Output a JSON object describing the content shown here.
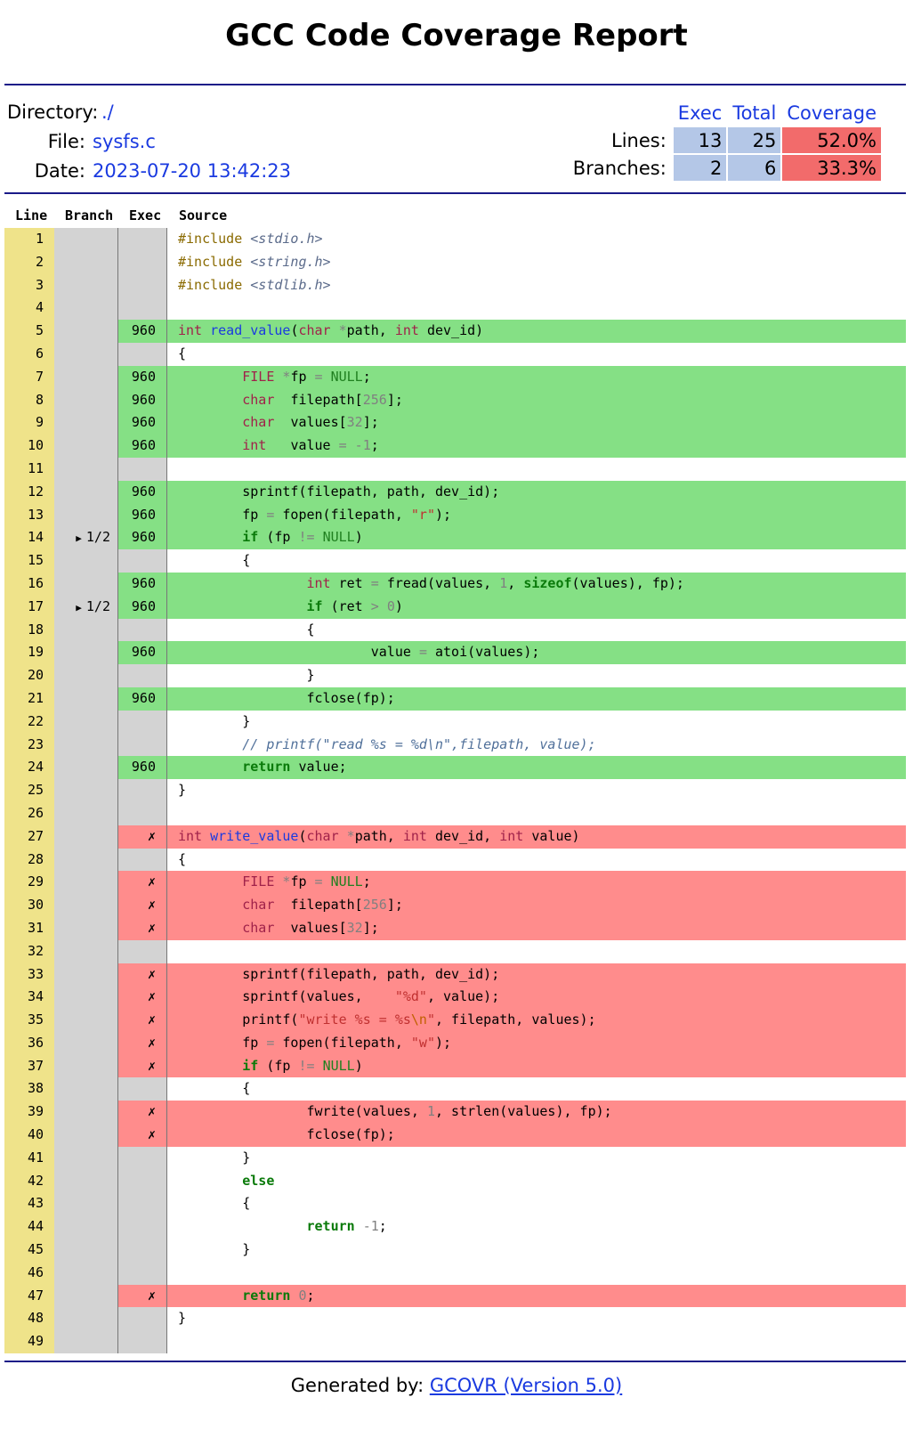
{
  "title": "GCC Code Coverage Report",
  "meta": {
    "directory_label": "Directory:",
    "directory": "./",
    "file_label": "File:",
    "file": "sysfs.c",
    "date_label": "Date:",
    "date": "2023-07-20 13:42:23"
  },
  "summary": {
    "headers": [
      "Exec",
      "Total",
      "Coverage"
    ],
    "lines_label": "Lines:",
    "lines_exec": "13",
    "lines_total": "25",
    "lines_coverage": "52.0%",
    "branches_label": "Branches:",
    "branches_exec": "2",
    "branches_total": "6",
    "branches_coverage": "33.3%"
  },
  "columns": [
    "Line",
    "Branch",
    "Exec",
    "Source"
  ],
  "colors": {
    "covered": "#85e085",
    "uncovered": "#ff8c8c",
    "line_col": "#efe38a",
    "gray_col": "#d3d3d3",
    "summary_num": "#b4c7e7",
    "summary_low": "#f26b6b",
    "rule": "#1a1a88",
    "link": "#1a3ae0"
  },
  "lines": [
    {
      "n": "1",
      "status": "none",
      "exec": "",
      "branch": "",
      "src": [
        [
          "k-pre",
          "#include "
        ],
        [
          "k-inc",
          "<stdio.h>"
        ]
      ]
    },
    {
      "n": "2",
      "status": "none",
      "exec": "",
      "branch": "",
      "src": [
        [
          "k-pre",
          "#include "
        ],
        [
          "k-inc",
          "<string.h>"
        ]
      ]
    },
    {
      "n": "3",
      "status": "none",
      "exec": "",
      "branch": "",
      "src": [
        [
          "k-pre",
          "#include "
        ],
        [
          "k-inc",
          "<stdlib.h>"
        ]
      ]
    },
    {
      "n": "4",
      "status": "none",
      "exec": "",
      "branch": "",
      "src": []
    },
    {
      "n": "5",
      "status": "covered",
      "exec": "960",
      "branch": "",
      "src": [
        [
          "k-type",
          "int "
        ],
        [
          "k-fn",
          "read_value"
        ],
        [
          "",
          "("
        ],
        [
          "k-type",
          "char "
        ],
        [
          "k-op",
          "*"
        ],
        [
          "",
          "path, "
        ],
        [
          "k-type",
          "int "
        ],
        [
          "",
          "dev_id)"
        ]
      ]
    },
    {
      "n": "6",
      "status": "none",
      "exec": "",
      "branch": "",
      "src": [
        [
          "",
          "{"
        ]
      ]
    },
    {
      "n": "7",
      "status": "covered",
      "exec": "960",
      "branch": "",
      "src": [
        [
          "",
          "        "
        ],
        [
          "k-type",
          "FILE "
        ],
        [
          "k-op",
          "*"
        ],
        [
          "",
          "fp "
        ],
        [
          "k-op",
          "= "
        ],
        [
          "k-const",
          "NULL"
        ],
        [
          "",
          ";"
        ]
      ]
    },
    {
      "n": "8",
      "status": "covered",
      "exec": "960",
      "branch": "",
      "src": [
        [
          "",
          "        "
        ],
        [
          "k-type",
          "char  "
        ],
        [
          "",
          "filepath["
        ],
        [
          "k-num",
          "256"
        ],
        [
          "",
          "];"
        ]
      ]
    },
    {
      "n": "9",
      "status": "covered",
      "exec": "960",
      "branch": "",
      "src": [
        [
          "",
          "        "
        ],
        [
          "k-type",
          "char  "
        ],
        [
          "",
          "values["
        ],
        [
          "k-num",
          "32"
        ],
        [
          "",
          "];"
        ]
      ]
    },
    {
      "n": "10",
      "status": "covered",
      "exec": "960",
      "branch": "",
      "src": [
        [
          "",
          "        "
        ],
        [
          "k-type",
          "int   "
        ],
        [
          "",
          "value "
        ],
        [
          "k-op",
          "= -"
        ],
        [
          "k-num",
          "1"
        ],
        [
          "",
          ";"
        ]
      ]
    },
    {
      "n": "11",
      "status": "none",
      "exec": "",
      "branch": "",
      "src": []
    },
    {
      "n": "12",
      "status": "covered",
      "exec": "960",
      "branch": "",
      "src": [
        [
          "",
          "        sprintf(filepath, path, dev_id);"
        ]
      ]
    },
    {
      "n": "13",
      "status": "covered",
      "exec": "960",
      "branch": "",
      "src": [
        [
          "",
          "        fp "
        ],
        [
          "k-op",
          "= "
        ],
        [
          "",
          "fopen(filepath, "
        ],
        [
          "k-str",
          "\"r\""
        ],
        [
          "",
          ");"
        ]
      ]
    },
    {
      "n": "14",
      "status": "covered",
      "exec": "960",
      "branch": "1/2",
      "src": [
        [
          "",
          "        "
        ],
        [
          "k-kw",
          "if "
        ],
        [
          "",
          "(fp "
        ],
        [
          "k-op",
          "!= "
        ],
        [
          "k-const",
          "NULL"
        ],
        [
          "",
          ")"
        ]
      ]
    },
    {
      "n": "15",
      "status": "none",
      "exec": "",
      "branch": "",
      "src": [
        [
          "",
          "        {"
        ]
      ]
    },
    {
      "n": "16",
      "status": "covered",
      "exec": "960",
      "branch": "",
      "src": [
        [
          "",
          "                "
        ],
        [
          "k-type",
          "int "
        ],
        [
          "",
          "ret "
        ],
        [
          "k-op",
          "= "
        ],
        [
          "",
          "fread(values, "
        ],
        [
          "k-num",
          "1"
        ],
        [
          "",
          ", "
        ],
        [
          "k-kw",
          "sizeof"
        ],
        [
          "",
          "(values), fp);"
        ]
      ]
    },
    {
      "n": "17",
      "status": "covered",
      "exec": "960",
      "branch": "1/2",
      "src": [
        [
          "",
          "                "
        ],
        [
          "k-kw",
          "if "
        ],
        [
          "",
          "(ret "
        ],
        [
          "k-op",
          "> "
        ],
        [
          "k-num",
          "0"
        ],
        [
          "",
          ")"
        ]
      ]
    },
    {
      "n": "18",
      "status": "none",
      "exec": "",
      "branch": "",
      "src": [
        [
          "",
          "                {"
        ]
      ]
    },
    {
      "n": "19",
      "status": "covered",
      "exec": "960",
      "branch": "",
      "src": [
        [
          "",
          "                        value "
        ],
        [
          "k-op",
          "= "
        ],
        [
          "",
          "atoi(values);"
        ]
      ]
    },
    {
      "n": "20",
      "status": "none",
      "exec": "",
      "branch": "",
      "src": [
        [
          "",
          "                }"
        ]
      ]
    },
    {
      "n": "21",
      "status": "covered",
      "exec": "960",
      "branch": "",
      "src": [
        [
          "",
          "                fclose(fp);"
        ]
      ]
    },
    {
      "n": "22",
      "status": "none",
      "exec": "",
      "branch": "",
      "src": [
        [
          "",
          "        }"
        ]
      ]
    },
    {
      "n": "23",
      "status": "none",
      "exec": "",
      "branch": "",
      "src": [
        [
          "",
          "        "
        ],
        [
          "k-cmt",
          "// printf(\"read %s = %d\\n\",filepath, value);"
        ]
      ]
    },
    {
      "n": "24",
      "status": "covered",
      "exec": "960",
      "branch": "",
      "src": [
        [
          "",
          "        "
        ],
        [
          "k-kw",
          "return "
        ],
        [
          "",
          "value;"
        ]
      ]
    },
    {
      "n": "25",
      "status": "none",
      "exec": "",
      "branch": "",
      "src": [
        [
          "",
          "}"
        ]
      ]
    },
    {
      "n": "26",
      "status": "none",
      "exec": "",
      "branch": "",
      "src": []
    },
    {
      "n": "27",
      "status": "uncovered",
      "exec": "✗",
      "branch": "",
      "src": [
        [
          "k-type",
          "int "
        ],
        [
          "k-fn",
          "write_value"
        ],
        [
          "",
          "("
        ],
        [
          "k-type",
          "char "
        ],
        [
          "k-op",
          "*"
        ],
        [
          "",
          "path, "
        ],
        [
          "k-type",
          "int "
        ],
        [
          "",
          "dev_id, "
        ],
        [
          "k-type",
          "int "
        ],
        [
          "",
          "value)"
        ]
      ]
    },
    {
      "n": "28",
      "status": "none",
      "exec": "",
      "branch": "",
      "src": [
        [
          "",
          "{"
        ]
      ]
    },
    {
      "n": "29",
      "status": "uncovered",
      "exec": "✗",
      "branch": "",
      "src": [
        [
          "",
          "        "
        ],
        [
          "k-type",
          "FILE "
        ],
        [
          "k-op",
          "*"
        ],
        [
          "",
          "fp "
        ],
        [
          "k-op",
          "= "
        ],
        [
          "k-const",
          "NULL"
        ],
        [
          "",
          ";"
        ]
      ]
    },
    {
      "n": "30",
      "status": "uncovered",
      "exec": "✗",
      "branch": "",
      "src": [
        [
          "",
          "        "
        ],
        [
          "k-type",
          "char  "
        ],
        [
          "",
          "filepath["
        ],
        [
          "k-num",
          "256"
        ],
        [
          "",
          "];"
        ]
      ]
    },
    {
      "n": "31",
      "status": "uncovered",
      "exec": "✗",
      "branch": "",
      "src": [
        [
          "",
          "        "
        ],
        [
          "k-type",
          "char  "
        ],
        [
          "",
          "values["
        ],
        [
          "k-num",
          "32"
        ],
        [
          "",
          "];"
        ]
      ]
    },
    {
      "n": "32",
      "status": "none",
      "exec": "",
      "branch": "",
      "src": []
    },
    {
      "n": "33",
      "status": "uncovered",
      "exec": "✗",
      "branch": "",
      "src": [
        [
          "",
          "        sprintf(filepath, path, dev_id);"
        ]
      ]
    },
    {
      "n": "34",
      "status": "uncovered",
      "exec": "✗",
      "branch": "",
      "src": [
        [
          "",
          "        sprintf(values,    "
        ],
        [
          "k-str",
          "\"%d\""
        ],
        [
          "",
          ", value);"
        ]
      ]
    },
    {
      "n": "35",
      "status": "uncovered",
      "exec": "✗",
      "branch": "",
      "src": [
        [
          "",
          "        printf("
        ],
        [
          "k-str",
          "\"write %s = %s"
        ],
        [
          "k-esc",
          "\\n"
        ],
        [
          "k-str",
          "\""
        ],
        [
          "",
          ", filepath, values);"
        ]
      ]
    },
    {
      "n": "36",
      "status": "uncovered",
      "exec": "✗",
      "branch": "",
      "src": [
        [
          "",
          "        fp "
        ],
        [
          "k-op",
          "= "
        ],
        [
          "",
          "fopen(filepath, "
        ],
        [
          "k-str",
          "\"w\""
        ],
        [
          "",
          ");"
        ]
      ]
    },
    {
      "n": "37",
      "status": "uncovered",
      "exec": "✗",
      "branch": "",
      "src": [
        [
          "",
          "        "
        ],
        [
          "k-kw",
          "if "
        ],
        [
          "",
          "(fp "
        ],
        [
          "k-op",
          "!= "
        ],
        [
          "k-const",
          "NULL"
        ],
        [
          "",
          ")"
        ]
      ]
    },
    {
      "n": "38",
      "status": "none",
      "exec": "",
      "branch": "",
      "src": [
        [
          "",
          "        {"
        ]
      ]
    },
    {
      "n": "39",
      "status": "uncovered",
      "exec": "✗",
      "branch": "",
      "src": [
        [
          "",
          "                fwrite(values, "
        ],
        [
          "k-num",
          "1"
        ],
        [
          "",
          ", strlen(values), fp);"
        ]
      ]
    },
    {
      "n": "40",
      "status": "uncovered",
      "exec": "✗",
      "branch": "",
      "src": [
        [
          "",
          "                fclose(fp);"
        ]
      ]
    },
    {
      "n": "41",
      "status": "none",
      "exec": "",
      "branch": "",
      "src": [
        [
          "",
          "        }"
        ]
      ]
    },
    {
      "n": "42",
      "status": "none",
      "exec": "",
      "branch": "",
      "src": [
        [
          "",
          "        "
        ],
        [
          "k-kw",
          "else"
        ]
      ]
    },
    {
      "n": "43",
      "status": "none",
      "exec": "",
      "branch": "",
      "src": [
        [
          "",
          "        {"
        ]
      ]
    },
    {
      "n": "44",
      "status": "none",
      "exec": "",
      "branch": "",
      "src": [
        [
          "",
          "                "
        ],
        [
          "k-kw",
          "return "
        ],
        [
          "k-op",
          "-"
        ],
        [
          "k-num",
          "1"
        ],
        [
          "",
          ";"
        ]
      ]
    },
    {
      "n": "45",
      "status": "none",
      "exec": "",
      "branch": "",
      "src": [
        [
          "",
          "        }"
        ]
      ]
    },
    {
      "n": "46",
      "status": "none",
      "exec": "",
      "branch": "",
      "src": []
    },
    {
      "n": "47",
      "status": "uncovered",
      "exec": "✗",
      "branch": "",
      "src": [
        [
          "",
          "        "
        ],
        [
          "k-kw",
          "return "
        ],
        [
          "k-num",
          "0"
        ],
        [
          "",
          ";"
        ]
      ]
    },
    {
      "n": "48",
      "status": "none",
      "exec": "",
      "branch": "",
      "src": [
        [
          "",
          "}"
        ]
      ]
    },
    {
      "n": "49",
      "status": "none",
      "exec": "",
      "branch": "",
      "src": []
    }
  ],
  "footer": {
    "prefix": "Generated by: ",
    "link_text": "GCOVR (Version 5.0)"
  }
}
